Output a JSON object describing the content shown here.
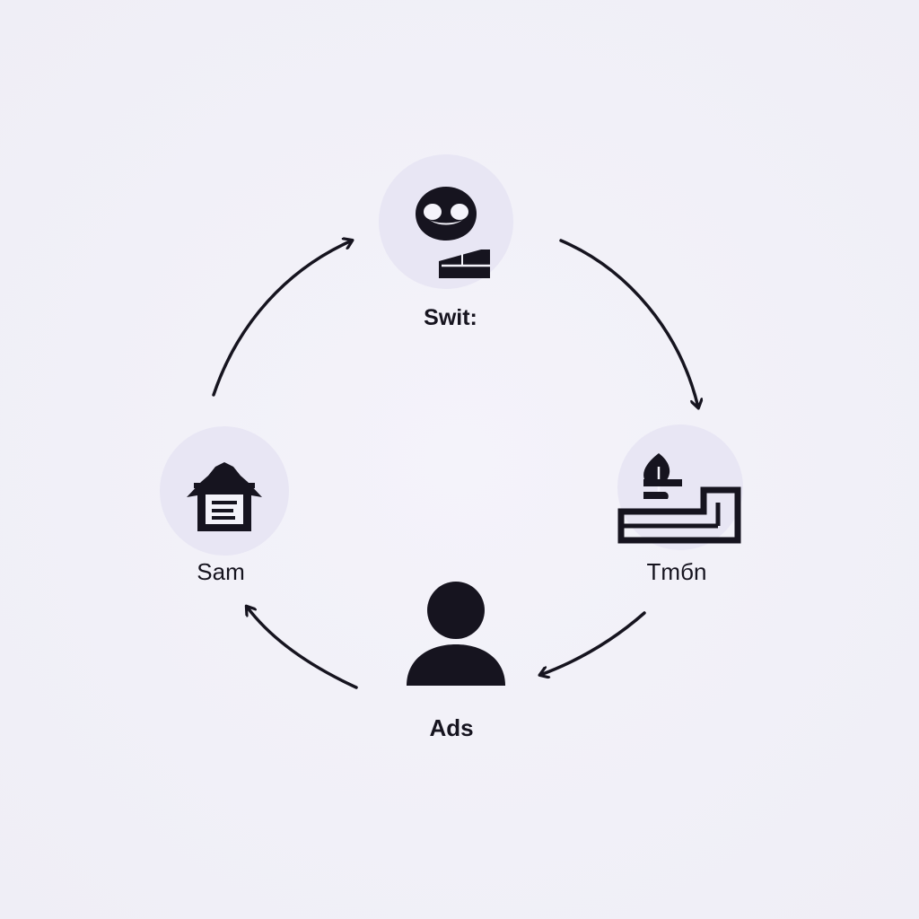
{
  "nodes": {
    "top": {
      "label": "Swit:",
      "icon": "masked-face-icon"
    },
    "right": {
      "label": "Tmбn",
      "icon": "leaf-tray-icon"
    },
    "bottom": {
      "label": "Ads",
      "icon": "person-icon"
    },
    "left": {
      "label": "Sam",
      "icon": "house-icon"
    }
  },
  "colors": {
    "background": "#f3f2f9",
    "node_circle": "#e8e6f4",
    "ink": "#16141f"
  }
}
